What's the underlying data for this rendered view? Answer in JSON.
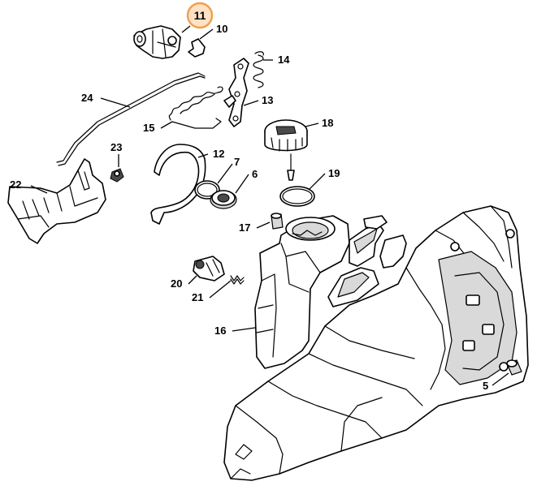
{
  "diagram": {
    "highlight_color": "#f0a050",
    "highlighted_part": "11",
    "callouts": [
      {
        "id": "c11",
        "label": "11"
      },
      {
        "id": "c10",
        "label": "10"
      },
      {
        "id": "c14",
        "label": "14"
      },
      {
        "id": "c24",
        "label": "24"
      },
      {
        "id": "c13",
        "label": "13"
      },
      {
        "id": "c15",
        "label": "15"
      },
      {
        "id": "c18",
        "label": "18"
      },
      {
        "id": "c23",
        "label": "23"
      },
      {
        "id": "c12",
        "label": "12"
      },
      {
        "id": "c7",
        "label": "7"
      },
      {
        "id": "c22",
        "label": "22"
      },
      {
        "id": "c6",
        "label": "6"
      },
      {
        "id": "c19",
        "label": "19"
      },
      {
        "id": "c17",
        "label": "17"
      },
      {
        "id": "c20",
        "label": "20"
      },
      {
        "id": "c21",
        "label": "21"
      },
      {
        "id": "c16",
        "label": "16"
      },
      {
        "id": "c5",
        "label": "5"
      }
    ]
  }
}
